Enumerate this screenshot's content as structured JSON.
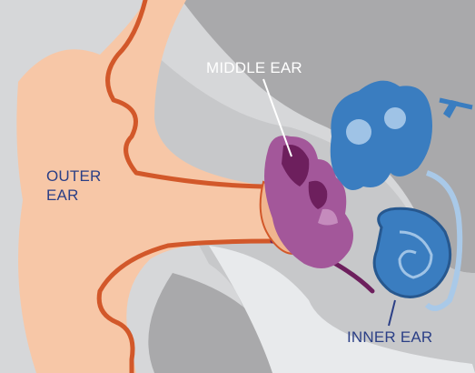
{
  "labels": {
    "middle_ear": "MIDDLE EAR",
    "outer_ear_line1": "OUTER",
    "outer_ear_line2": "EAR",
    "inner_ear": "INNER EAR"
  },
  "colors": {
    "skull_gray": "#a9a9ab",
    "bone_light": "#d3d4d6",
    "canal_pale": "#eceef0",
    "skin_outer": "#f7c7a7",
    "outline_orange": "#d2582a",
    "middle_ear_purple": "#a3579a",
    "middle_ear_dark": "#6d1f5d",
    "inner_ear_blue": "#3a7dc0",
    "inner_ear_dark": "#27588f",
    "label_text": "#2b3f86"
  }
}
